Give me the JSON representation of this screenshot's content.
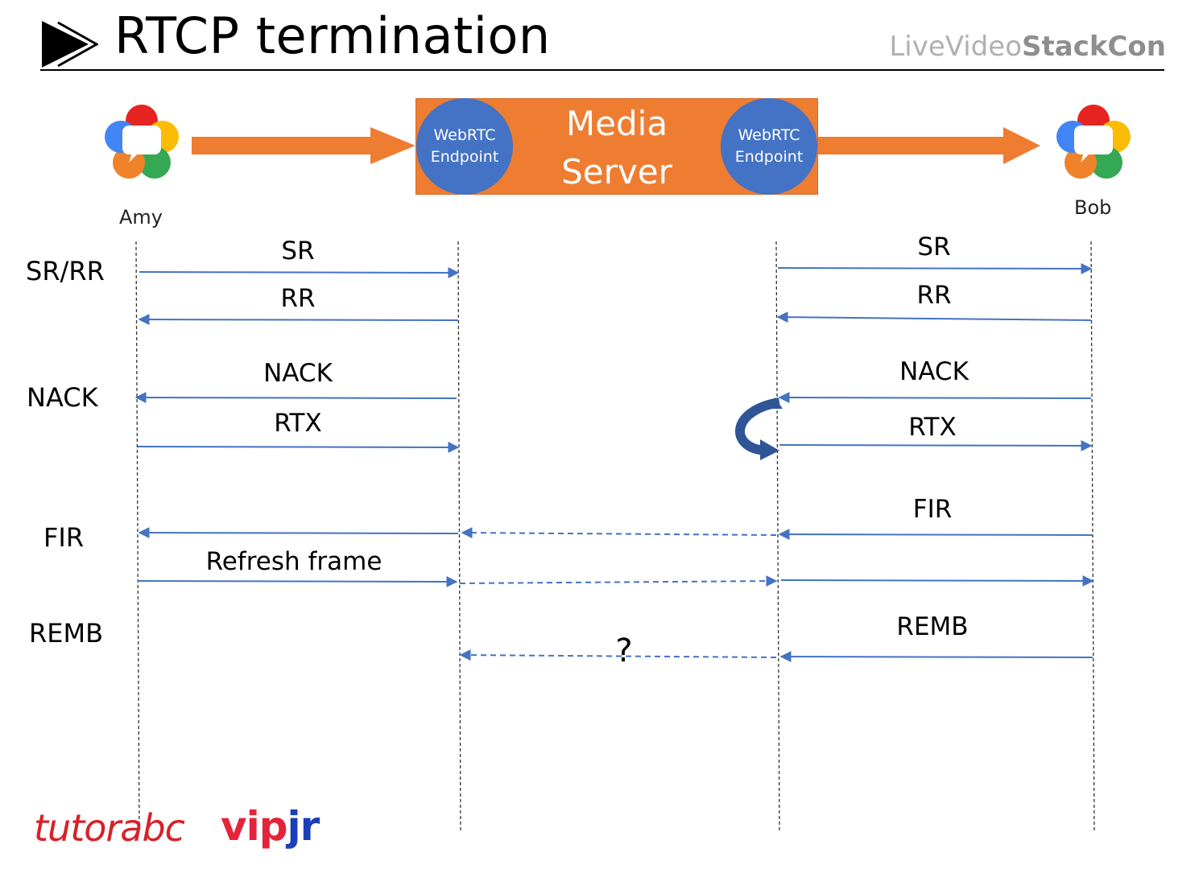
{
  "header": {
    "title": "RTCP termination",
    "brand_light": "LiveVideo",
    "brand_bold": "StackCon"
  },
  "top": {
    "left_user": "Amy",
    "right_user": "Bob",
    "server_line1": "Media",
    "server_line2": "Server",
    "endpoint_line1": "WebRTC",
    "endpoint_line2": "Endpoint"
  },
  "rows": {
    "srrr": "SR/RR",
    "nack": "NACK",
    "fir": "FIR",
    "remb": "REMB"
  },
  "messages": {
    "left_sr": "SR",
    "left_rr": "RR",
    "left_nack": "NACK",
    "left_rtx": "RTX",
    "left_refresh": "Refresh frame",
    "right_sr": "SR",
    "right_rr": "RR",
    "right_nack": "NACK",
    "right_rtx": "RTX",
    "right_fir": "FIR",
    "right_remb": "REMB",
    "question": "?"
  },
  "logos": {
    "tutorabc": "tutorabc",
    "vip": "vip",
    "jr": "jr"
  },
  "colors": {
    "arrow_blue": "#4472c4",
    "server_orange": "#ee7d32",
    "endpoint_blue": "#4472c4",
    "brand_red": "#d92027",
    "brand_blue": "#1b3fb8"
  }
}
